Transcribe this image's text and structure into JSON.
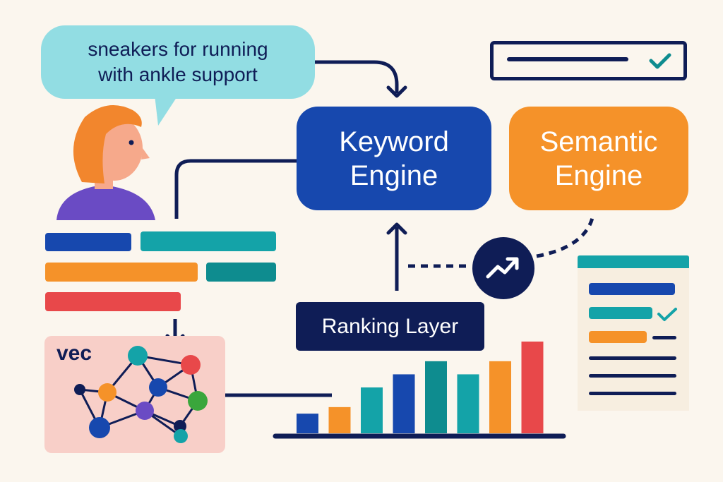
{
  "query": {
    "line1": "sneakers for running",
    "line2": "with ankle support"
  },
  "engines": {
    "keyword_line1": "Keyword",
    "keyword_line2": "Engine",
    "semantic_line1": "Semantic",
    "semantic_line2": "Engine"
  },
  "ranking_label": "Ranking Layer",
  "vector_label": "vec",
  "icons": [
    "person-avatar-icon",
    "checkmark-icon",
    "trend-up-icon",
    "vector-graph-icon"
  ],
  "colors": {
    "background": "#fbf6ee",
    "navy": "#0f1d56",
    "blue": "#1748ae",
    "orange": "#f59229",
    "teal": "#14a3a8",
    "red": "#e8484a",
    "bubble": "#92dde3",
    "vec_panel": "#f8cfc8"
  },
  "chart_data": {
    "type": "bar",
    "values": [
      3,
      4,
      7,
      9,
      11,
      9,
      11,
      14
    ],
    "colors": [
      "#1748ae",
      "#f59229",
      "#14a3a8",
      "#1748ae",
      "#0e8c8f",
      "#14a3a8",
      "#f59229",
      "#e8484a"
    ]
  }
}
